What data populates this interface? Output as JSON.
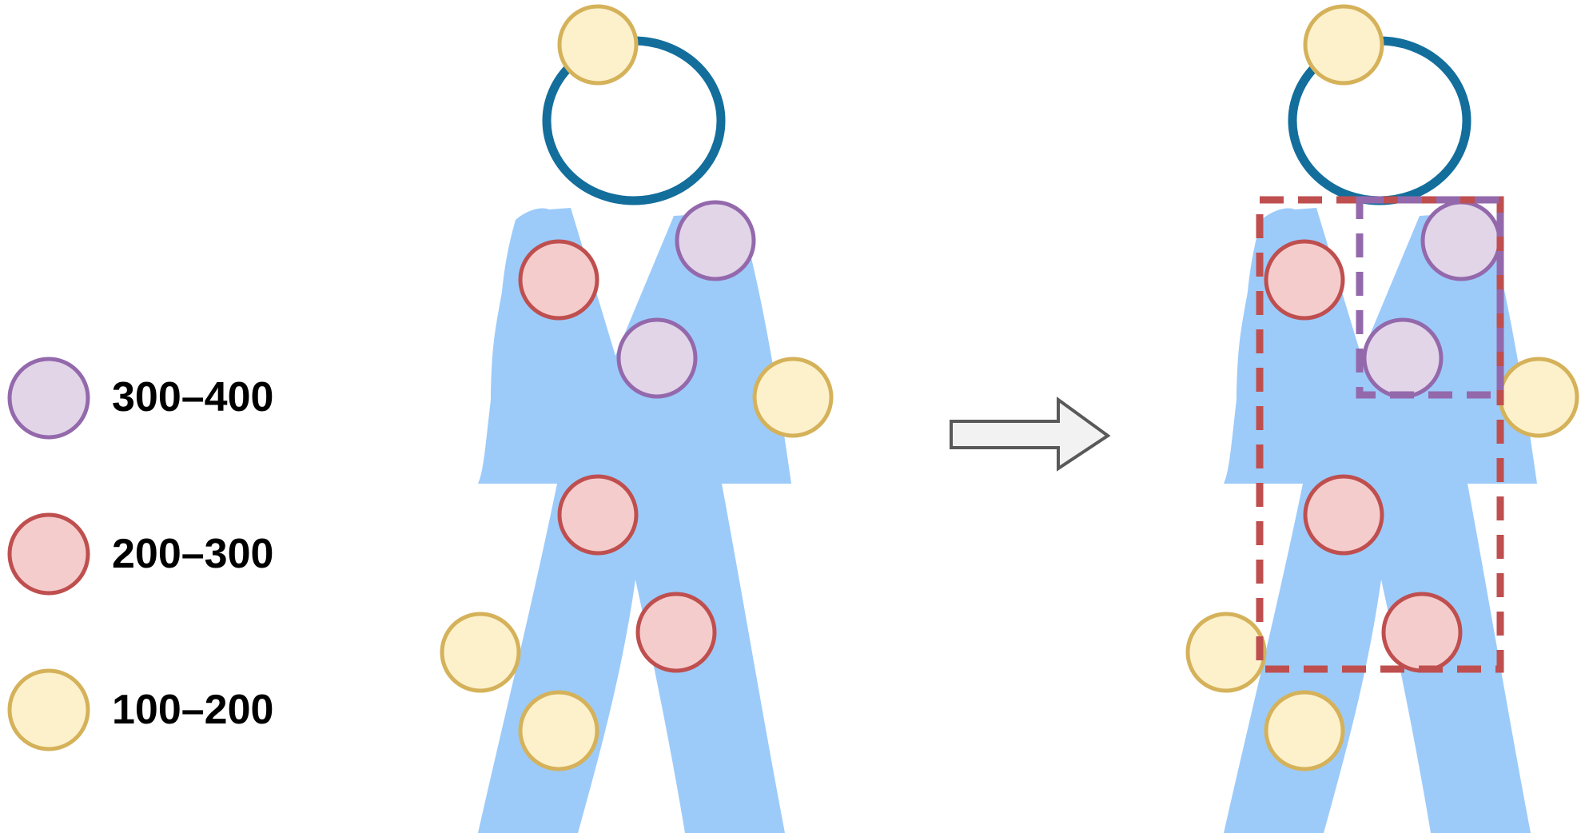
{
  "legend": {
    "items": [
      {
        "label": "300–400",
        "fill": "#e2d5e8",
        "stroke": "#9469ac"
      },
      {
        "label": "200–300",
        "fill": "#f5cccc",
        "stroke": "#bf4f4f"
      },
      {
        "label": "100–200",
        "fill": "#fdf1cc",
        "stroke": "#d5b25a"
      }
    ]
  },
  "colors": {
    "body": "#9ccbfa",
    "head_ring": "#136e9c",
    "arrow_fill": "#f2f2f2",
    "arrow_stroke": "#595959",
    "box_red": "#bf4f4f",
    "box_purple": "#9469ac"
  }
}
